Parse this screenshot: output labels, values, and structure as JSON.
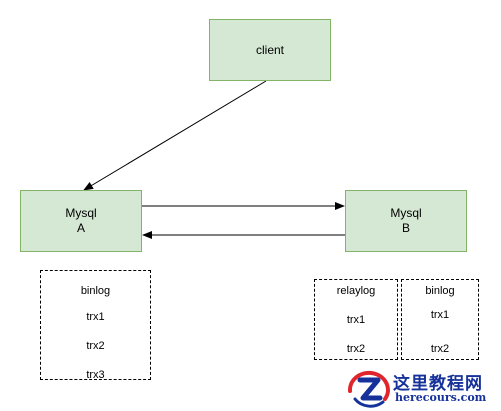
{
  "nodes": {
    "client": {
      "label": "client"
    },
    "mysql_a": {
      "line1": "Mysql",
      "line2": "A"
    },
    "mysql_b": {
      "line1": "Mysql",
      "line2": "B"
    }
  },
  "logs": {
    "a_binlog": {
      "title": "binlog",
      "items": [
        "trx1",
        "trx2",
        "trx3"
      ]
    },
    "b_relaylog": {
      "title": "relaylog",
      "items": [
        "trx1",
        "trx2"
      ]
    },
    "b_binlog": {
      "title": "binlog",
      "items": [
        "trx1",
        "trx2"
      ]
    }
  },
  "watermark": {
    "title": "这里教程网",
    "url": "herecours.com"
  },
  "colors": {
    "node_fill": "#d5e8d4",
    "node_stroke": "#82b366",
    "watermark": "#16329a",
    "watermark_accent": "#e0262c"
  }
}
